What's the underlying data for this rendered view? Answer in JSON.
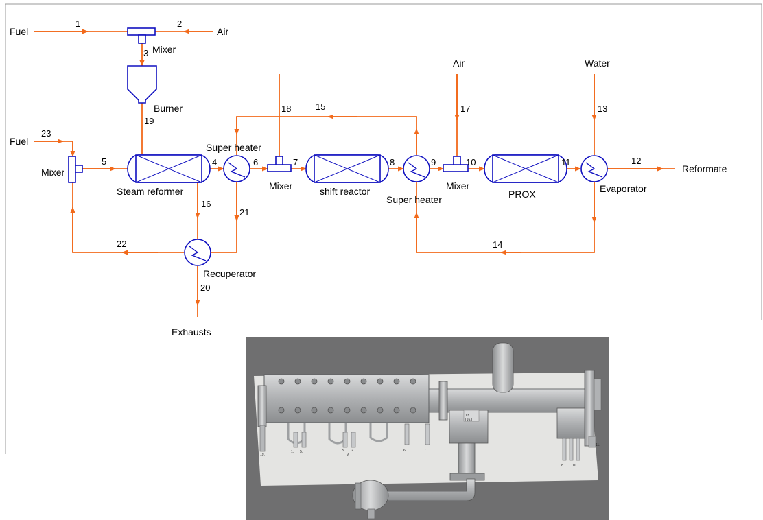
{
  "colors": {
    "stream": "#f26a1b",
    "equipment": "#1010c0",
    "frame": "#999999",
    "photo_bg": "#6f6f70",
    "photo_board": "#e4e4e2",
    "steel": "#b9bbbd"
  },
  "inputs": {
    "fuel_top": "Fuel",
    "air_top": "Air",
    "fuel_left": "Fuel",
    "air_mid": "Air",
    "water": "Water"
  },
  "outputs": {
    "reformate": "Reformate",
    "exhausts": "Exhausts"
  },
  "equipment": {
    "mixer_top": "Mixer",
    "burner": "Burner",
    "mixer_left": "Mixer",
    "steam_reformer": "Steam reformer",
    "super_heater_1": "Super heater",
    "mixer_mid": "Mixer",
    "shift_reactor": "shift reactor",
    "super_heater_2": "Super heater",
    "mixer_right": "Mixer",
    "prox": "PROX",
    "evaporator": "Evaporator",
    "recuperator": "Recuperator"
  },
  "streams": [
    "1",
    "2",
    "3",
    "4",
    "5",
    "6",
    "7",
    "8",
    "9",
    "10",
    "11",
    "12",
    "13",
    "14",
    "15",
    "16",
    "17",
    "18",
    "19",
    "20",
    "21",
    "22",
    "23"
  ],
  "photo_tags": {
    "t19": "19.",
    "t1": "1.",
    "t5": "5.",
    "t3": "3.",
    "t9": "9.",
    "t2": "2.",
    "t6": "6.",
    "t7": "7.",
    "t13": "13.",
    "t16": "(16.)",
    "t11": "11.",
    "t8": "8.",
    "t10": "10."
  }
}
